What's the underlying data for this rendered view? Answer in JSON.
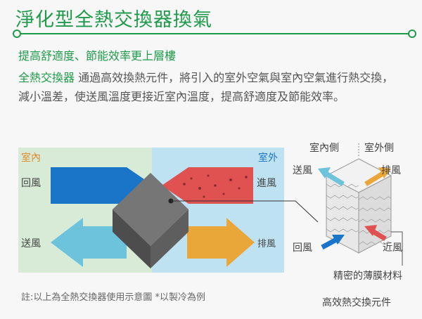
{
  "header": {
    "title": "淨化型全熱交換器換氣",
    "subtitle": "提高舒適度、節能效率更上層樓"
  },
  "intro": {
    "highlight": "全熱交換器",
    "text": " 通過高效換熱元件，將引入的室外空氣與室內空氣進行熱交換，減小溫差，使送風溫度更接近室內溫度，提高舒適度及節能效率。"
  },
  "left_diagram": {
    "indoor_label": "室內",
    "outdoor_label": "室外",
    "return_air": "回風",
    "fresh_in": "進風",
    "supply_air": "送風",
    "exhaust_air": "排風",
    "note": "註:以上為全熱交換器使用示意圖 *以製冷為例"
  },
  "right_diagram": {
    "indoor_side": "室內側",
    "outdoor_side": "室外側",
    "supply_air": "送風",
    "exhaust_air": "排風",
    "return_air": "回風",
    "fresh_in": "近風",
    "membrane": "精密的薄膜材料",
    "element": "高效熱交換元件"
  },
  "colors": {
    "brand_green": "#1f9a4a",
    "return_blue": "#1a75c8",
    "fresh_red": "#e05252",
    "supply_cyan": "#6ec3dc",
    "exhaust_orange": "#e9a73a",
    "core_gray": "#6b6b6b"
  }
}
